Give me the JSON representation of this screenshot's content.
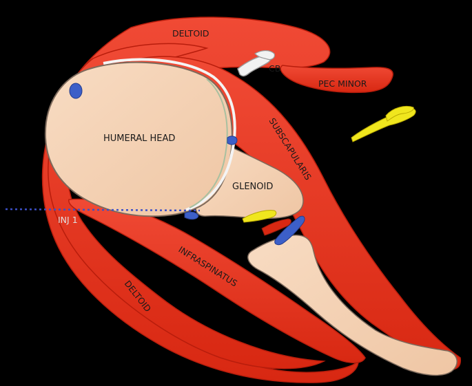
{
  "diagram": {
    "labels": {
      "deltoid_top": "DELTOID",
      "cb": "CB",
      "pec_minor": "PEC MINOR",
      "subscapularis": "SUBSCAPULARIS",
      "humeral_head": "HUMERAL HEAD",
      "glenoid": "GLENOID",
      "inj": "INJ 1",
      "infraspinatus": "INFRASPINATUS",
      "deltoid_bottom": "DELTOID"
    },
    "colors": {
      "background": "#000000",
      "muscle": "#e8321f",
      "bone": "#f5cfb0",
      "nerve": "#f0e61e",
      "vessel": "#3c5fc8",
      "injection_line": "#3c50c8"
    }
  }
}
